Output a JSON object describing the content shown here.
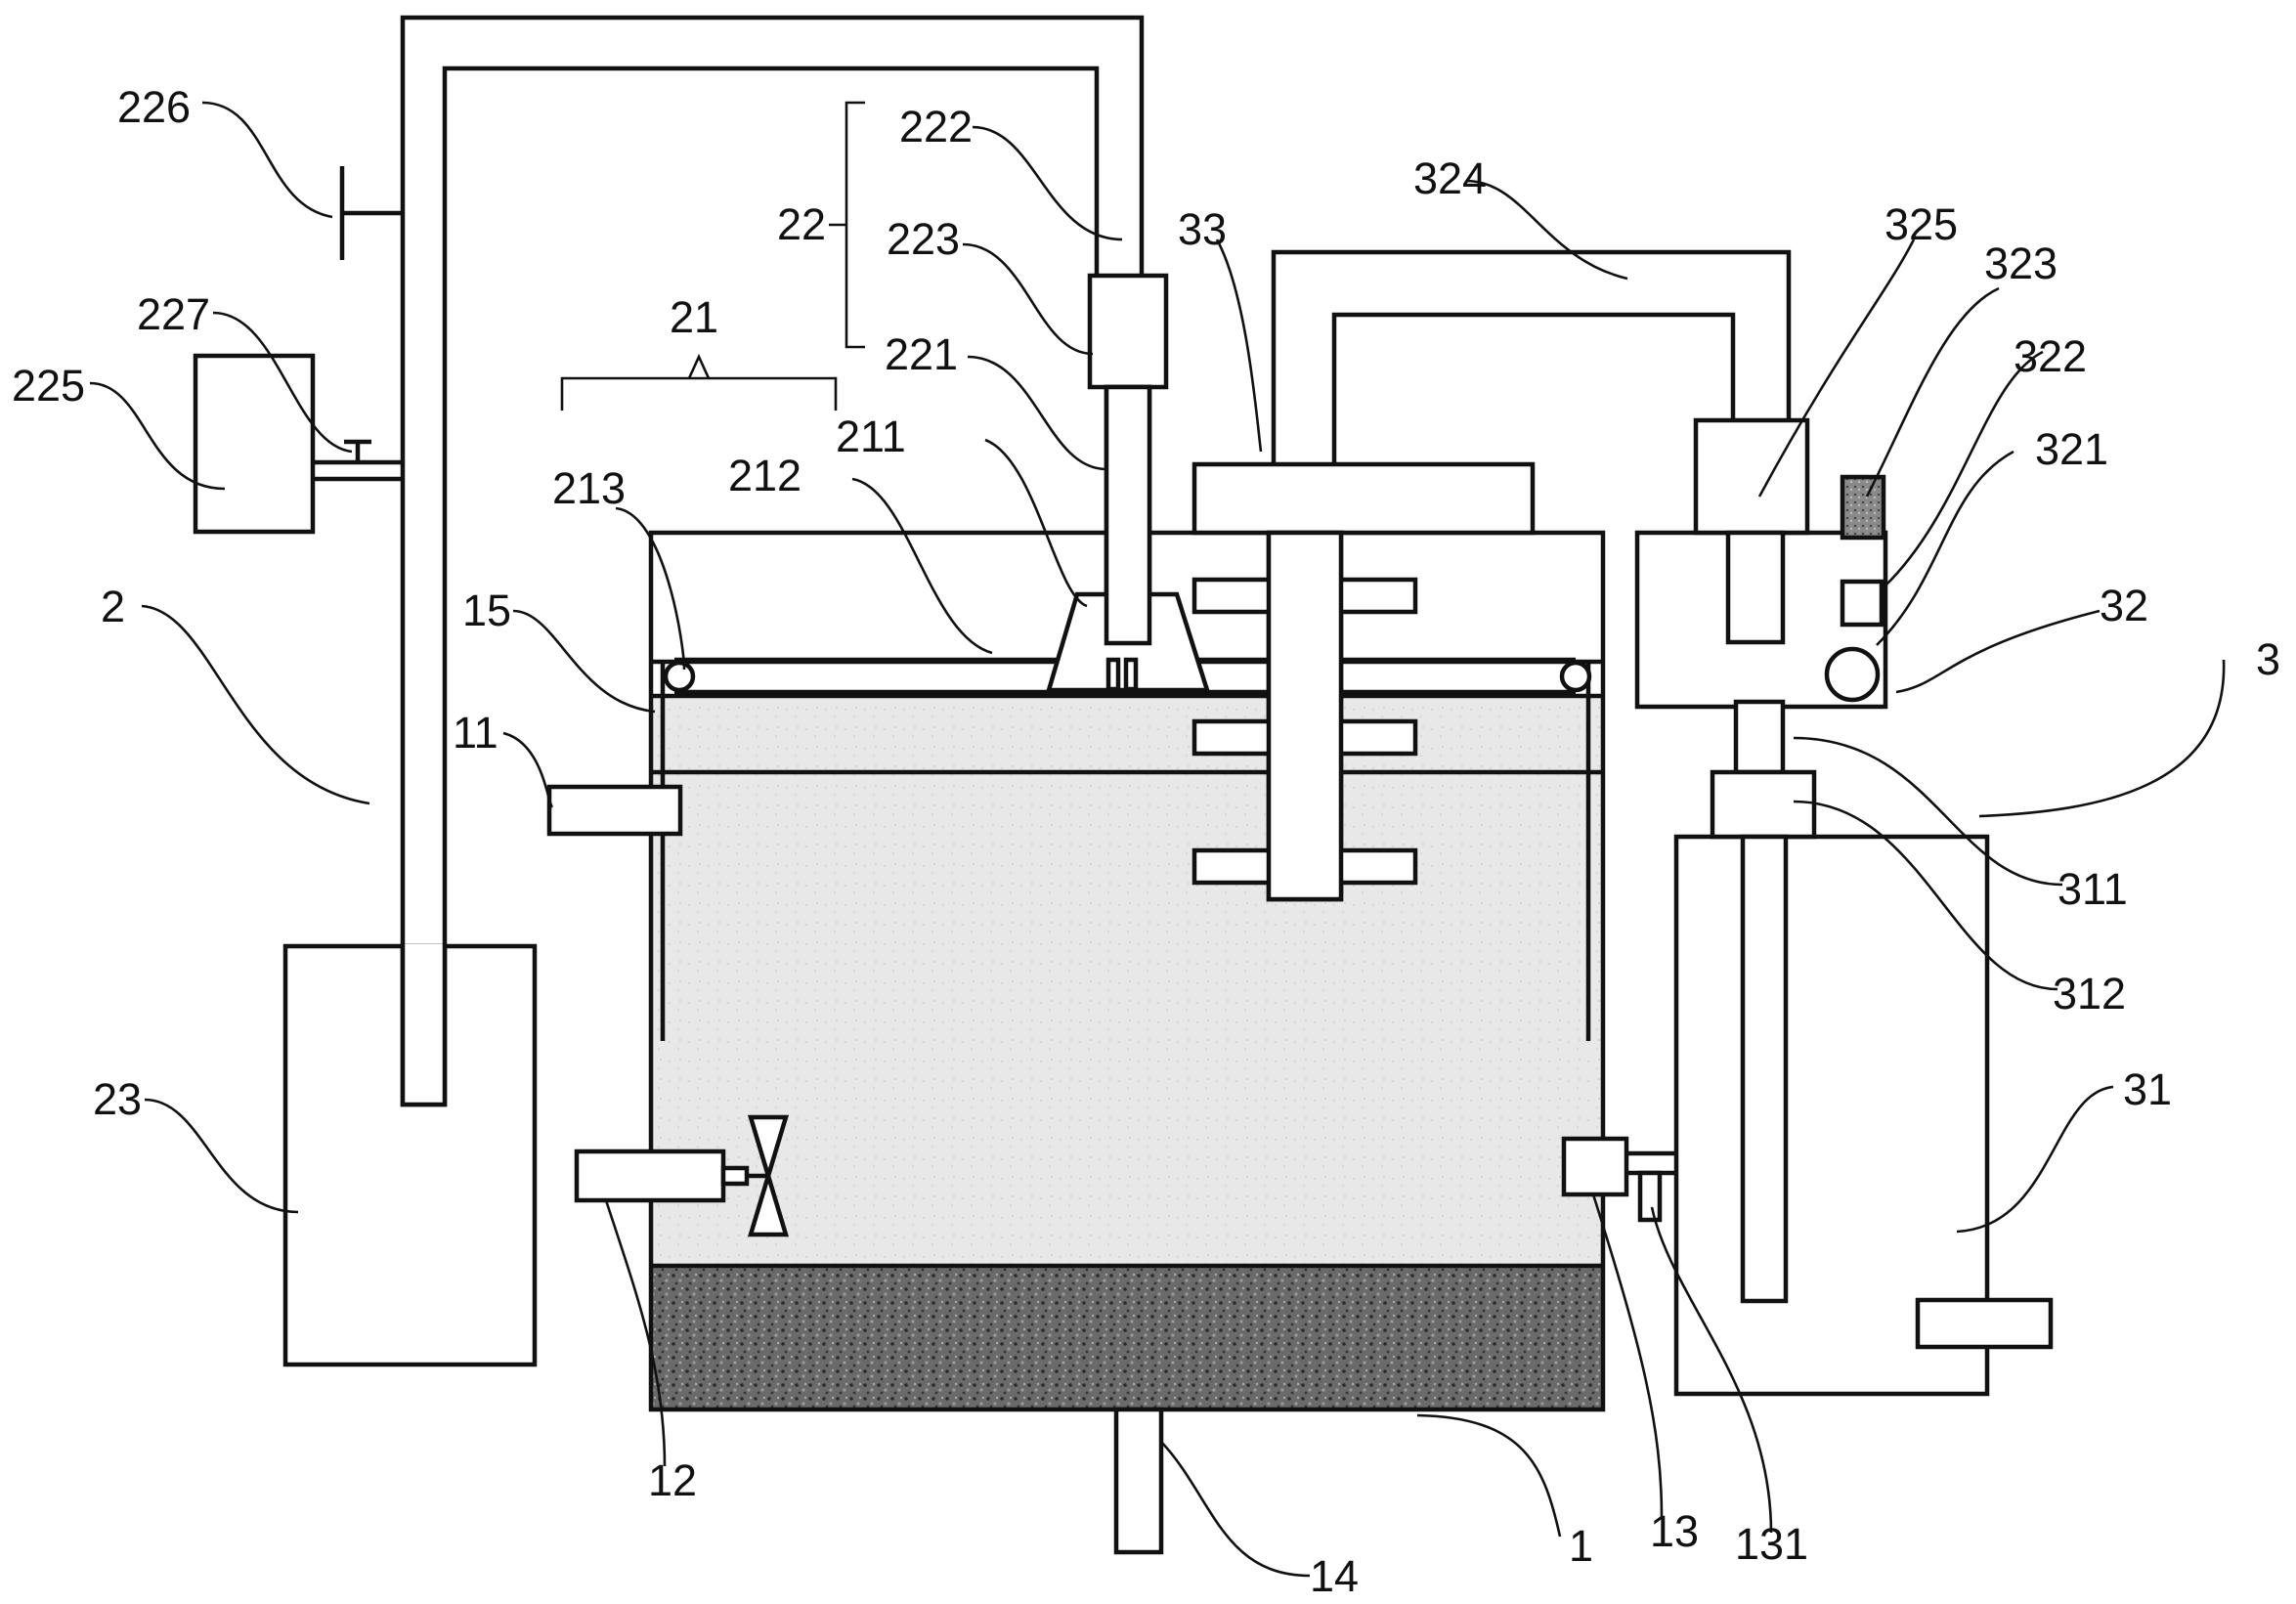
{
  "labels": {
    "l1": "1",
    "l2": "2",
    "l3": "3",
    "l11": "11",
    "l12": "12",
    "l13": "13",
    "l131": "131",
    "l14": "14",
    "l15": "15",
    "l21": "21",
    "l211": "211",
    "l212": "212",
    "l213": "213",
    "l22": "22",
    "l221": "221",
    "l222": "222",
    "l223": "223",
    "l225": "225",
    "l226": "226",
    "l227": "227",
    "l23": "23",
    "l31": "31",
    "l311": "311",
    "l312": "312",
    "l32": "32",
    "l321": "321",
    "l322": "322",
    "l323": "323",
    "l324": "324",
    "l325": "325",
    "l33": "33"
  },
  "colors": {
    "line": "#111111",
    "medium_fill": "#e6e6e6",
    "sediment_fill": "#5a5a5a",
    "sensor_fill": "#777777"
  }
}
